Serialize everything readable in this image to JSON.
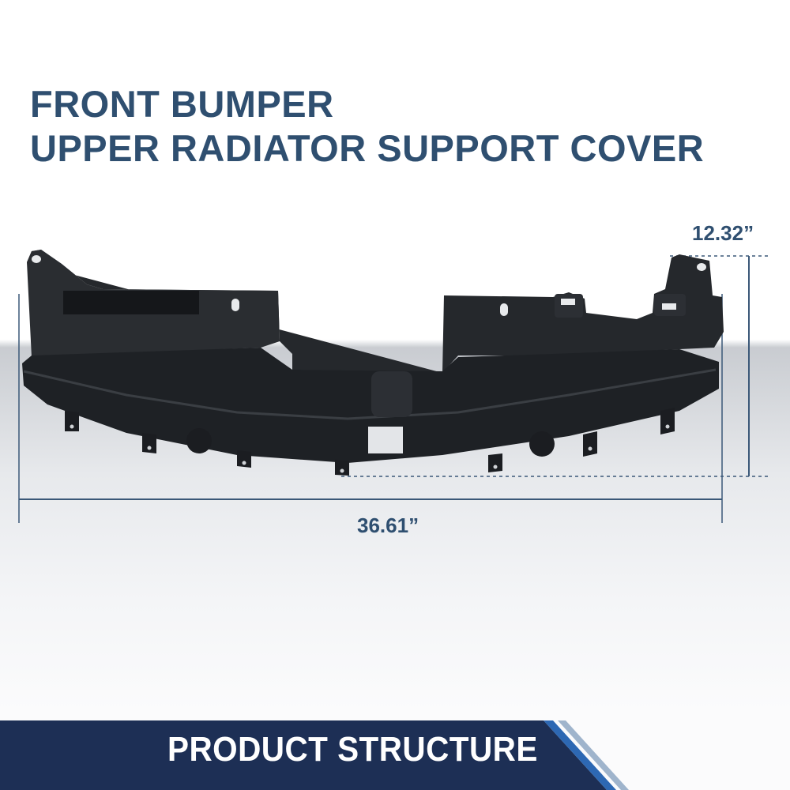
{
  "title": {
    "line1": "FRONT BUMPER",
    "line2": "UPPER RADIATOR SUPPORT COVER"
  },
  "dimensions": {
    "height": "12.32”",
    "width": "36.61”"
  },
  "banner": {
    "label": "PRODUCT STRUCTURE"
  },
  "colors": {
    "title": "#2f4f70",
    "banner": "#1d2f55",
    "banner_accent": "#2d68b3",
    "part": "#1e2125"
  }
}
